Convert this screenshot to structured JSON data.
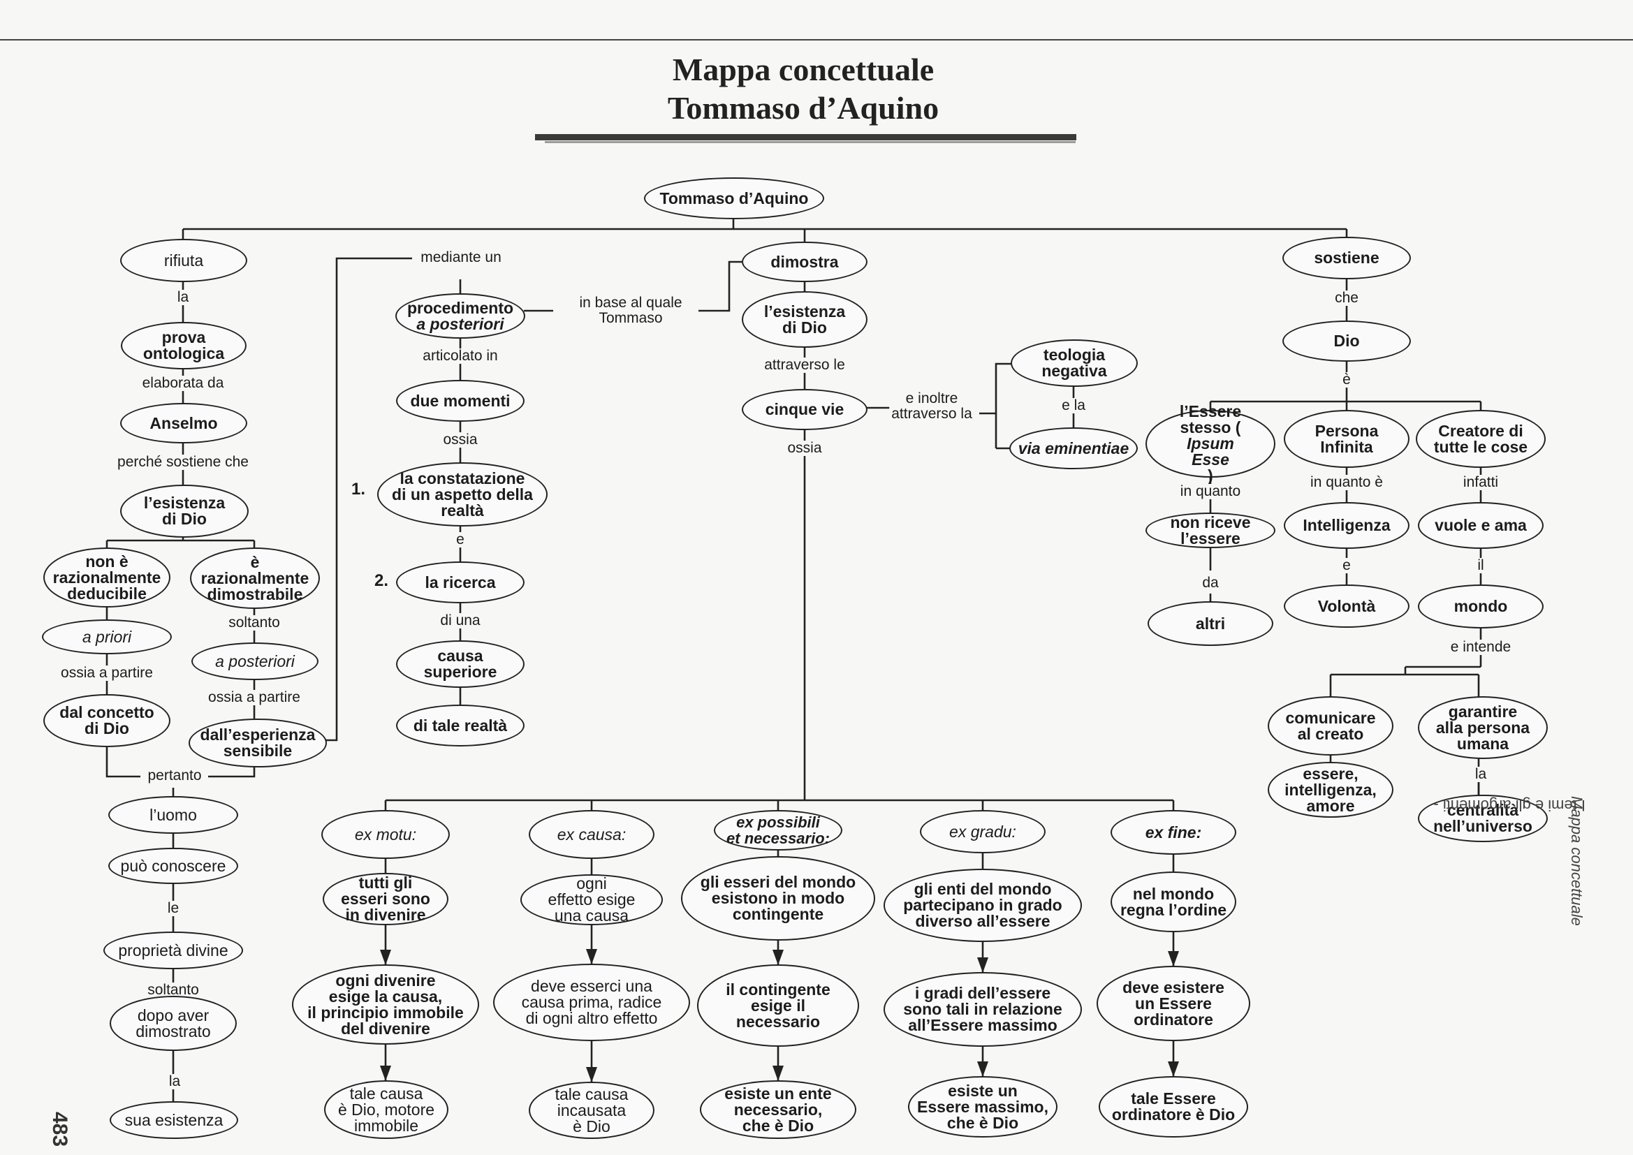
{
  "title_line1": "Mappa concettuale",
  "title_line2": "Tommaso d’Aquino",
  "side_text_normal": "I temi e gli argomenti - ",
  "side_text_italic": "Mappa concettuale",
  "page_number": "483",
  "nodes": {
    "root": "Tommaso d’Aquino",
    "rifiuta": "rifiuta",
    "prova": "prova\nontologica",
    "anselmo": "Anselmo",
    "esistenza_left": "l’esistenza\ndi Dio",
    "non_deducibile": "non è\nrazionalmente\ndeducibile",
    "dimostrabile": "è\nrazionalmente\ndimostrabile",
    "a_priori": "a priori",
    "a_posteriori": "a posteriori",
    "concetto": "dal concetto\ndi Dio",
    "esperienza": "dall’esperienza\nsensibile",
    "uomo": "l’uomo",
    "puo_conoscere": "può conoscere",
    "proprieta": "proprietà divine",
    "dopo": "dopo aver\ndimostrato",
    "sua_esistenza": "sua esistenza",
    "procedimento_1": "procedimento",
    "procedimento_2": "a posteriori",
    "due_momenti": "due momenti",
    "constatazione": "la constatazione\ndi un aspetto della\nrealtà",
    "ricerca": "la ricerca",
    "causa_sup": "causa\nsuperiore",
    "tale_realta": "di tale realtà",
    "dimostra": "dimostra",
    "esistenza_mid": "l’esistenza\ndi Dio",
    "cinque_vie": "cinque vie",
    "teologia": "teologia\nnegativa",
    "via_emin": "via eminentiae",
    "sostiene": "sostiene",
    "dio": "Dio",
    "essere_stesso_1": "l’Essere\nstesso (",
    "essere_stesso_2": "Ipsum\nEsse",
    "essere_stesso_3": ")",
    "persona": "Persona\nInfinita",
    "creatore": "Creatore di\ntutte le cose",
    "non_riceve": "non riceve\nl’essere",
    "altri": "altri",
    "intelligenza": "Intelligenza",
    "volonta": "Volontà",
    "vuole": "vuole e ama",
    "mondo": "mondo",
    "comunicare": "comunicare\nal creato",
    "garantire": "garantire\nalla persona\numana",
    "essere_int": "essere,\nintelligenza,\namore",
    "centralita": "centralità\nnell’universo",
    "ex_motu": "ex motu:",
    "ex_causa": "ex causa:",
    "ex_possibili": "ex possibili\net necessario:",
    "ex_gradu": "ex gradu:",
    "ex_fine": "ex fine:",
    "motu_a": "tutti gli\nesseri sono\nin divenire",
    "motu_b": "ogni divenire\nesige la causa,\nil principio immobile\ndel divenire",
    "motu_c": "tale causa\nè Dio, motore\nimmobile",
    "causa_a": "ogni\neffetto esige\nuna causa",
    "causa_b": "deve esserci una\ncausa prima, radice\ndi ogni altro effetto",
    "causa_c": "tale causa\nincausata\nè Dio",
    "poss_a": "gli esseri del mondo\nesistono in modo\ncontingente",
    "poss_b": "il contingente\nesige il\nnecessario",
    "poss_c": "esiste un ente\nnecessario,\nche è Dio",
    "gradu_a": "gli enti del mondo\npartecipano in grado\ndiverso all’essere",
    "gradu_b": "i gradi dell’essere\nsono tali in relazione\nall’Essere massimo",
    "gradu_c": "esiste un\nEssere massimo,\nche è Dio",
    "fine_a": "nel mondo\nregna l’ordine",
    "fine_b": "deve esistere\nun Essere\nordinatore",
    "fine_c": "tale Essere\nordinatore è Dio"
  },
  "links": {
    "la1": "la",
    "elaborata": "elaborata da",
    "perche": "perché sostiene che",
    "soltanto1": "soltanto",
    "ossia_a_partire1": "ossia a partire",
    "ossia_a_partire2": "ossia a partire",
    "pertanto": "pertanto",
    "le": "le",
    "soltanto2": "soltanto",
    "la2": "la",
    "mediante": "mediante un",
    "in_base": "in base al quale\nTommaso",
    "articolato": "articolato in",
    "ossia1": "ossia",
    "e1": "e",
    "di_una": "di una",
    "attraverso": "attraverso le",
    "inoltre": "e inoltre\nattraverso la",
    "e_la": "e la",
    "ossia2": "ossia",
    "che": "che",
    "e2": "è",
    "in_quanto": "in quanto",
    "da": "da",
    "in_quanto_e": "in quanto è",
    "e3": "e",
    "infatti": "infatti",
    "il": "il",
    "e_intende": "e intende",
    "la3": "la"
  },
  "step_numbers": [
    "1.",
    "2."
  ]
}
